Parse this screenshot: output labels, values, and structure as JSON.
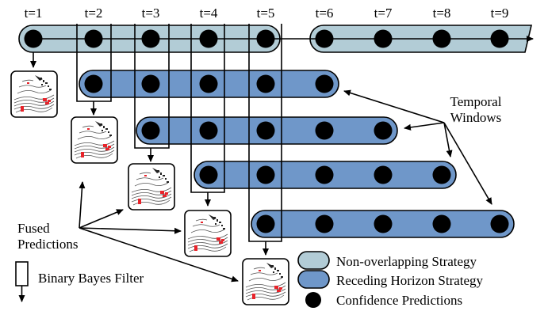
{
  "time_labels": [
    "t=1",
    "t=2",
    "t=3",
    "t=4",
    "t=5",
    "t=6",
    "t=7",
    "t=8",
    "t=9"
  ],
  "annotations": {
    "temporal_windows": [
      "Temporal",
      "Windows"
    ],
    "fused_predictions": [
      "Fused",
      "Predictions"
    ],
    "binary_bayes_filter": "Binary Bayes Filter"
  },
  "legend": {
    "non_overlapping": "Non-overlapping Strategy",
    "receding_horizon": "Receding Horizon Strategy",
    "confidence": "Confidence Predictions"
  },
  "colors": {
    "non_overlapping": "#b2ccd6",
    "receding_horizon": "#6f97c9",
    "dot": "#000000",
    "detection_red": "#e8232a"
  },
  "windows": [
    {
      "strategy": "non-overlapping",
      "start": 1,
      "end": 5
    },
    {
      "strategy": "non-overlapping",
      "start": 6,
      "end": 9
    },
    {
      "strategy": "receding-horizon",
      "start": 2,
      "end": 6
    },
    {
      "strategy": "receding-horizon",
      "start": 3,
      "end": 7
    },
    {
      "strategy": "receding-horizon",
      "start": 4,
      "end": 8
    },
    {
      "strategy": "receding-horizon",
      "start": 5,
      "end": 9
    }
  ]
}
